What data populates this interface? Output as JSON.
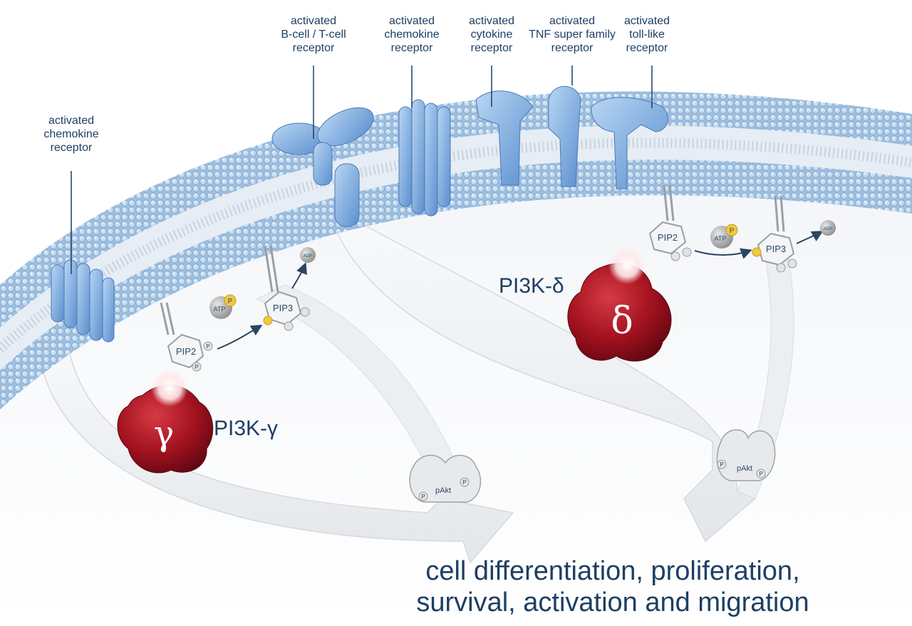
{
  "receptor_labels": {
    "left_chemokine": [
      "activated",
      "chemokine",
      "receptor"
    ],
    "bcell_tcell": [
      "activated",
      "B-cell / T-cell",
      "receptor"
    ],
    "chemokine": [
      "activated",
      "chemokine",
      "receptor"
    ],
    "cytokine": [
      "activated",
      "cytokine",
      "receptor"
    ],
    "tnf": [
      "activated",
      "TNF super family",
      "receptor"
    ],
    "toll_like": [
      "activated",
      "toll-like",
      "receptor"
    ]
  },
  "enzymes": {
    "gamma_label": "PI3K-γ",
    "gamma_symbol": "γ",
    "delta_label": "PI3K-δ",
    "delta_symbol": "δ"
  },
  "molecules": {
    "pip2": "PIP2",
    "pip3": "PIP3",
    "atp": "ATP",
    "adp": "ADP",
    "phosphate": "P",
    "pakt": "pAkt"
  },
  "outcome": [
    "cell differentiation, proliferation,",
    "survival, activation and migration"
  ],
  "colors": {
    "text": "#1e3f63",
    "membrane": "#a9c8e4",
    "receptor": "#7aa9dc",
    "enzyme": "#a3121f",
    "phosphate": "#f2c940",
    "arrow": "#e9ebee"
  }
}
